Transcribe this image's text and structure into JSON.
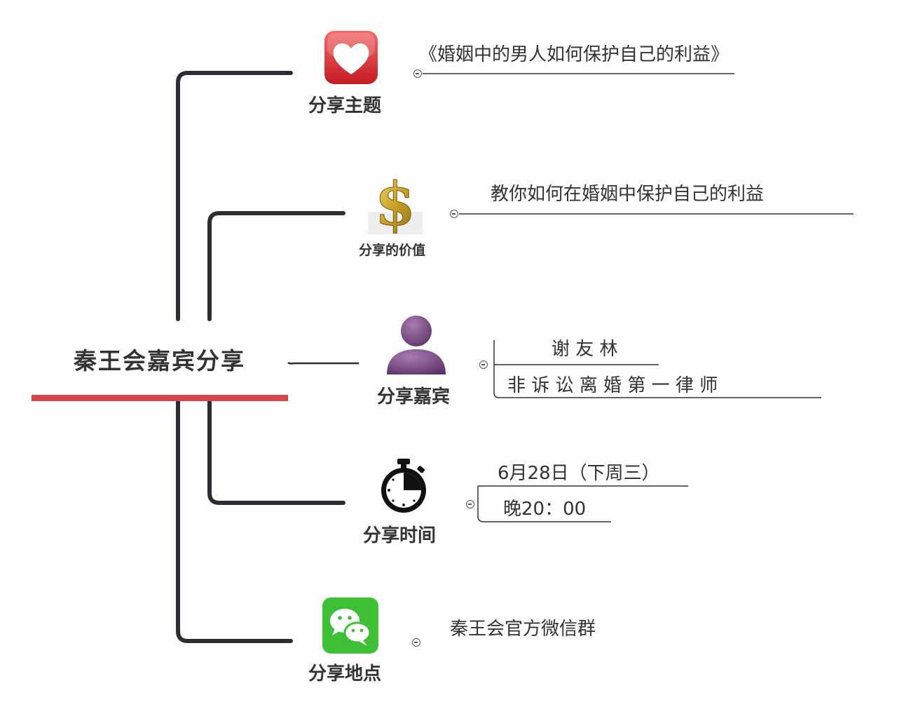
{
  "root": {
    "title": "秦王会嘉宾分享"
  },
  "branches": [
    {
      "label": "分享主题",
      "icon": "heart-icon",
      "details": [
        "《婚姻中的男人如何保护自己的利益》"
      ]
    },
    {
      "label": "分享的价值",
      "icon": "dollar-icon",
      "details": [
        "教你如何在婚姻中保护自己的利益"
      ]
    },
    {
      "label": "分享嘉宾",
      "icon": "person-icon",
      "details": [
        "谢 友 林",
        "非 诉 讼 离 婚 第 一 律 师"
      ]
    },
    {
      "label": "分享时间",
      "icon": "stopwatch-icon",
      "details": [
        "6月28日（下周三）",
        "晚20：00"
      ]
    },
    {
      "label": "分享地点",
      "icon": "wechat-icon",
      "details": [
        "秦王会官方微信群"
      ]
    }
  ],
  "colors": {
    "accent": "#d9454f",
    "branch_line": "#2b2d33",
    "heart": "#d7282f",
    "wechat": "#3fbf36",
    "person": "#7b4d86",
    "dollar": "#d4b134"
  }
}
